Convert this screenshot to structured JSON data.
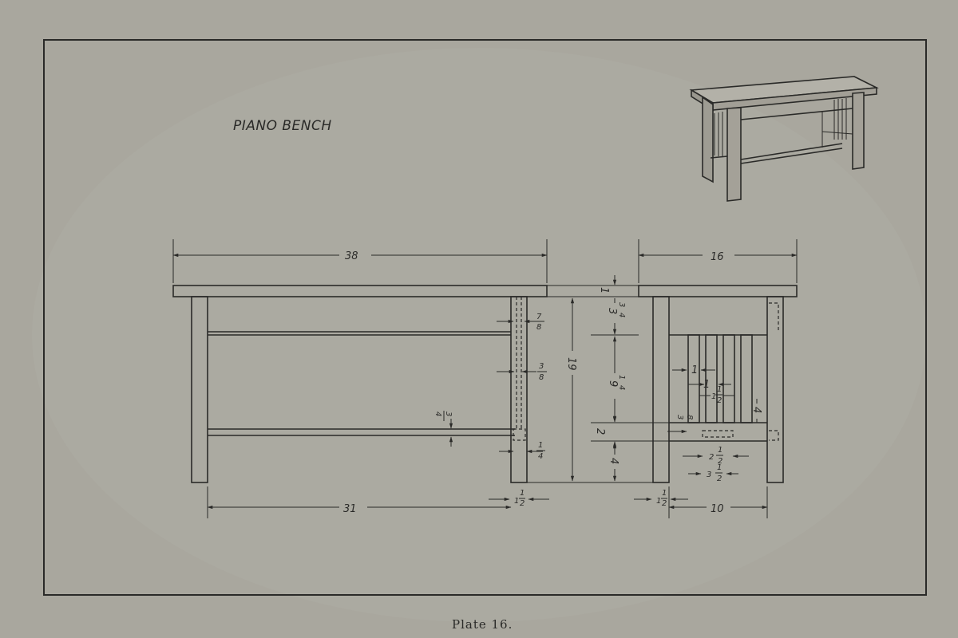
{
  "title": "PIANO BENCH",
  "caption": "Plate 16.",
  "dimensions": {
    "overall_length": "38",
    "overall_width": "16",
    "top_thickness": "1",
    "apron": "3",
    "apron_frac_num": "3",
    "apron_frac_den": "4",
    "height": "19",
    "slat_height_whole": "9",
    "slat_height_num": "1",
    "slat_height_den": "4",
    "rail_gap": "2",
    "stretcher_height": "4",
    "inner_length": "31",
    "leg_thickness_whole": "1",
    "leg_thickness_num": "1",
    "leg_thickness_den": "2",
    "end_span": "10",
    "tenon_7_8_num": "7",
    "tenon_7_8_den": "8",
    "tenon_3_8_num": "3",
    "tenon_3_8_den": "8",
    "stretcher_3_4_num": "3",
    "stretcher_3_4_den": "4",
    "tenon_1_4_num": "1",
    "tenon_1_4_den": "4",
    "slat_width_a": "1",
    "slat_width_b": "1",
    "slat_space_whole": "1",
    "slat_space_num": "1",
    "slat_space_den": "2",
    "side_rail": "4",
    "end_3_8_num": "3",
    "end_3_8_den": "8",
    "mortise_a_whole": "2",
    "mortise_a_num": "1",
    "mortise_a_den": "2",
    "mortise_b_whole": "3",
    "mortise_b_num": "1",
    "mortise_b_den": "2"
  }
}
